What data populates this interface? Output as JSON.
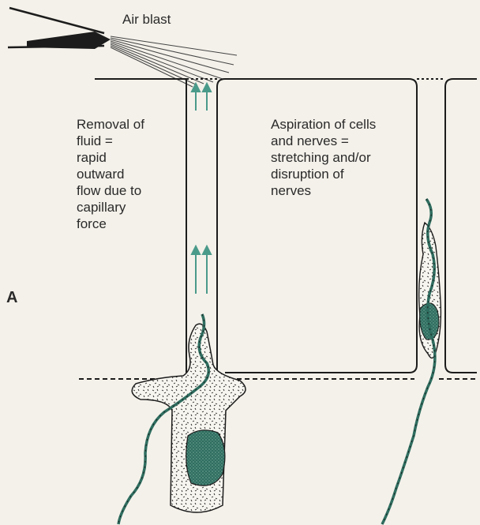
{
  "labels": {
    "air_blast": "Air blast",
    "removal": "Removal of\nfluid =\nrapid\noutward\nflow due to\ncapillary\nforce",
    "aspiration": "Aspiration of cells\nand nerves =\nstretching and/or\ndisruption of\nnerves",
    "panel": "A"
  },
  "colors": {
    "ink": "#1c1c1c",
    "nerve_green": "#2f6e60",
    "arrow_teal": "#4a9a8a",
    "cell_fill": "#f7f5ef"
  }
}
